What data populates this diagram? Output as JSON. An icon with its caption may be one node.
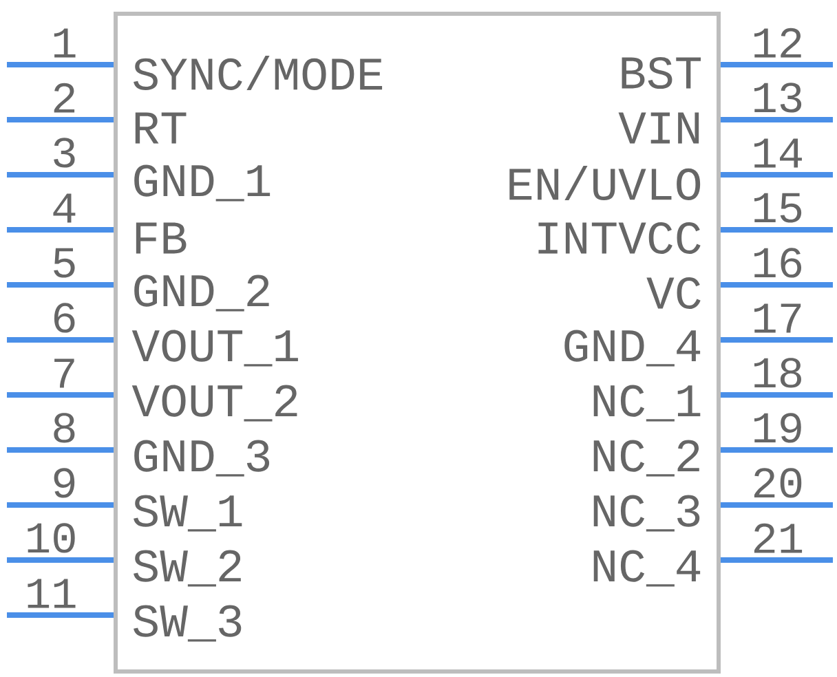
{
  "diagram": {
    "nodes": [
      {
        "text": [],
        "shape": "box"
      },
      {
        "text": [
          "SYNC/MODE"
        ],
        "in": 0
      },
      {
        "text": [
          "RT"
        ],
        "in": 0
      },
      {
        "text": [
          "GND_1"
        ],
        "in": 0
      },
      {
        "text": [
          "FB"
        ],
        "in": 0
      },
      {
        "text": [
          "GND_2"
        ],
        "in": 0
      },
      {
        "text": [
          "VOUT_1"
        ],
        "in": 0
      },
      {
        "text": [
          "VOUT_2"
        ],
        "in": 0
      },
      {
        "text": [
          "GND_3"
        ],
        "in": 0
      },
      {
        "text": [
          "SW_1"
        ],
        "in": 0
      },
      {
        "text": [
          "SW_2"
        ],
        "in": 0
      },
      {
        "text": [
          "SW_3"
        ],
        "in": 0
      },
      {
        "text": [
          "BST"
        ],
        "in": 0
      },
      {
        "text": [
          "VIN"
        ],
        "in": 0
      },
      {
        "text": [
          "EN/UVLO"
        ],
        "in": 0
      },
      {
        "text": [
          "INTVCC"
        ],
        "in": 0
      },
      {
        "text": [
          "VC"
        ],
        "in": 0
      },
      {
        "text": [
          "GND_4"
        ],
        "in": 0
      },
      {
        "text": [
          "NC_1"
        ],
        "in": 0
      },
      {
        "text": [
          "NC_2"
        ],
        "in": 0
      },
      {
        "text": [
          "NC_3"
        ],
        "in": 0
      },
      {
        "text": [
          "NC_4"
        ],
        "in": 0
      }
    ],
    "edges": [
      {
        "from": null,
        "to": 1,
        "arrow": "none",
        "label": "1"
      },
      {
        "from": null,
        "to": 2,
        "arrow": "none",
        "label": "2"
      },
      {
        "from": null,
        "to": 3,
        "arrow": "none",
        "label": "3"
      },
      {
        "from": null,
        "to": 4,
        "arrow": "none",
        "label": "4"
      },
      {
        "from": null,
        "to": 5,
        "arrow": "none",
        "label": "5"
      },
      {
        "from": null,
        "to": 6,
        "arrow": "none",
        "label": "6"
      },
      {
        "from": null,
        "to": 7,
        "arrow": "none",
        "label": "7"
      },
      {
        "from": null,
        "to": 8,
        "arrow": "none",
        "label": "8"
      },
      {
        "from": null,
        "to": 9,
        "arrow": "none",
        "label": "9"
      },
      {
        "from": null,
        "to": 10,
        "arrow": "none",
        "label": "10"
      },
      {
        "from": null,
        "to": 11,
        "arrow": "none",
        "label": "11"
      },
      {
        "from": null,
        "to": 12,
        "arrow": "none",
        "label": "12"
      },
      {
        "from": null,
        "to": 13,
        "arrow": "none",
        "label": "13"
      },
      {
        "from": null,
        "to": 14,
        "arrow": "none",
        "label": "14"
      },
      {
        "from": null,
        "to": 15,
        "arrow": "none",
        "label": "15"
      },
      {
        "from": null,
        "to": 16,
        "arrow": "none",
        "label": "16"
      },
      {
        "from": null,
        "to": 17,
        "arrow": "none",
        "label": "17"
      },
      {
        "from": null,
        "to": 18,
        "arrow": "none",
        "label": "18"
      },
      {
        "from": null,
        "to": 19,
        "arrow": "none",
        "label": "19"
      },
      {
        "from": null,
        "to": 20,
        "arrow": "none",
        "label": "20"
      },
      {
        "from": null,
        "to": 21,
        "arrow": "none",
        "label": "21"
      }
    ]
  }
}
